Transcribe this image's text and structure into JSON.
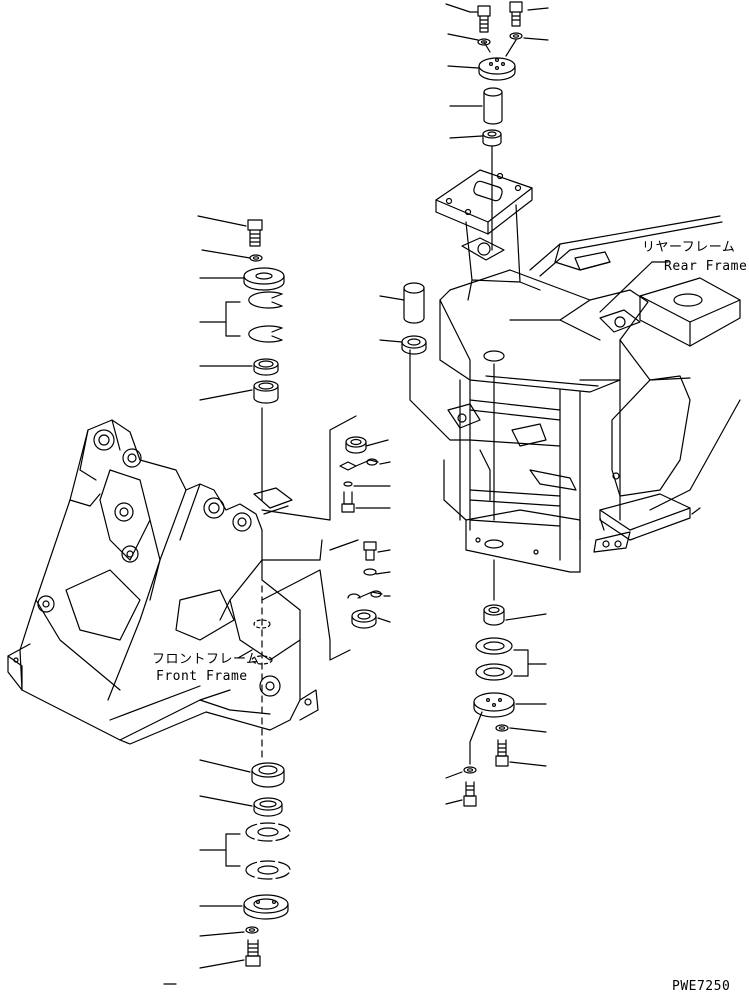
{
  "labels": {
    "rear_frame_jp": "リヤーフレーム",
    "rear_frame_en": "Rear Frame",
    "front_frame_jp": "フロントフレーム",
    "front_frame_en": "Front Frame",
    "drawing_code": "PWE7250"
  }
}
